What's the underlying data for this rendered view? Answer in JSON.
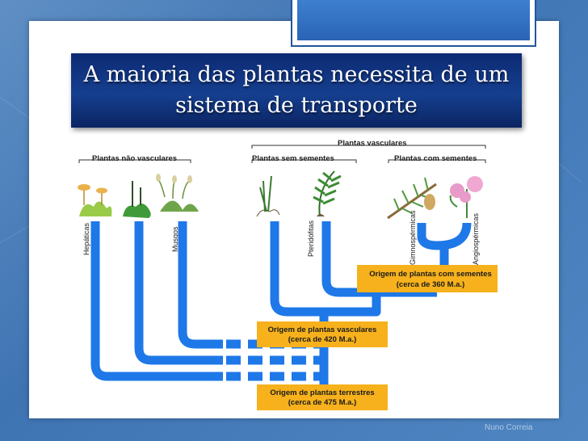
{
  "slide": {
    "title_line1": "A maioria das plantas necessita de um",
    "title_line2": "sistema de transporte"
  },
  "diagram": {
    "header_vascular": "Plantas vasculares",
    "group_nonvascular": "Plantas não vasculares",
    "group_seedless": "Plantas sem sementes",
    "group_seed": "Plantas com sementes",
    "taxa": {
      "hepaticas": "Hepáticas",
      "musgos": "Musgos",
      "pteridofitas": "Pteridófitas",
      "gimnospermicas": "Gimnospérmicas",
      "angiospermicas": "Angiospérmicas"
    },
    "origin_seeds": {
      "line1": "Origem de plantas com sementes",
      "line2": "(cerca de 360 M.a.)"
    },
    "origin_vascular": {
      "line1": "Origem de plantas vasculares",
      "line2": "(cerca de 420 M.a.)"
    },
    "origin_terrestrial": {
      "line1": "Origem de plantas terrestres",
      "line2": "(cerca de 475 M.a.)"
    },
    "colors": {
      "branch": "#1e78e8",
      "label_box": "#f6b11c"
    }
  },
  "footer": {
    "credit": "Nuno Correia"
  }
}
